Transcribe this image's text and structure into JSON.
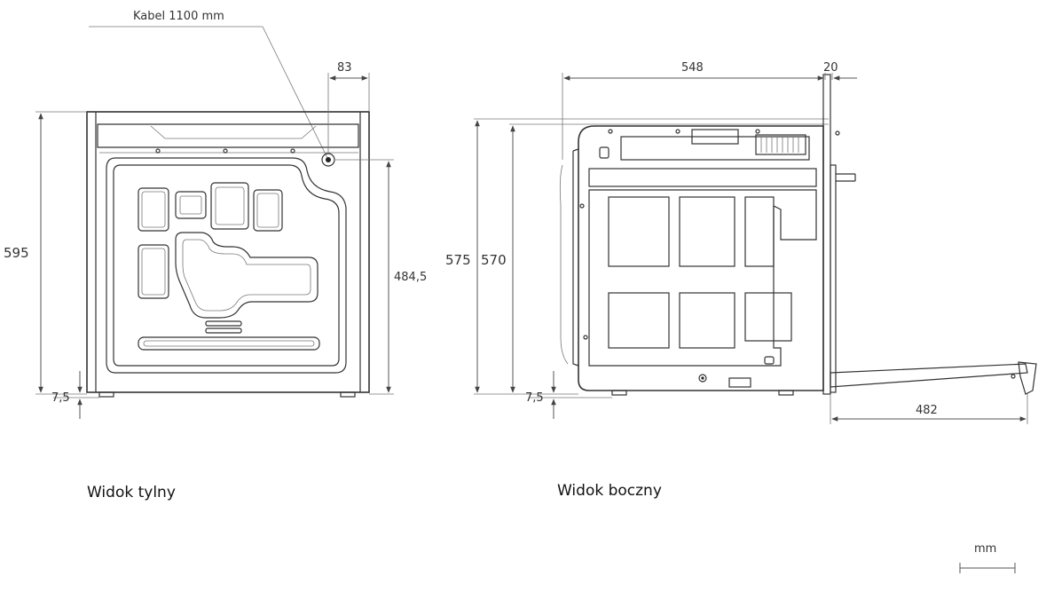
{
  "labels": {
    "cable": "Kabel 1100 mm",
    "rear_view": "Widok tylny",
    "side_view": "Widok boczny",
    "unit": "mm"
  },
  "dimensions": {
    "rear_height": "595",
    "rear_connection_height": "484,5",
    "rear_offset": "83",
    "rear_foot": "7,5",
    "side_depth": "548",
    "side_front": "20",
    "side_height_total": "575",
    "side_height_body": "570",
    "side_foot": "7,5",
    "side_door_open": "482"
  },
  "colors": {
    "line": "#333333",
    "text": "#333333",
    "background": "#ffffff"
  }
}
